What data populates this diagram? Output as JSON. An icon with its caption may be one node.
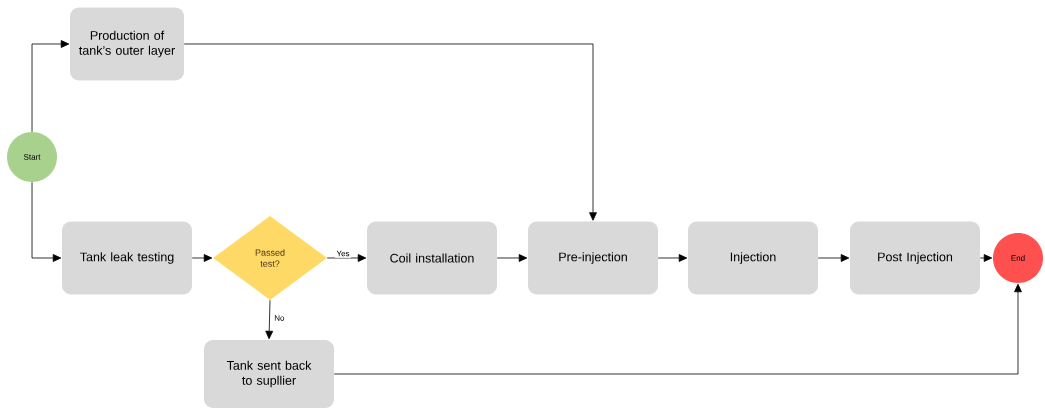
{
  "diagram": {
    "nodes": [
      {
        "text": [
          "Start"
        ]
      },
      {
        "text": [
          "Production of tank’s outer layer"
        ]
      },
      {
        "text": [
          "Tank leak testing"
        ]
      },
      {
        "text": [
          "Passed test?"
        ]
      },
      {
        "text": [
          "Coil installation"
        ]
      },
      {
        "text": [
          "Pre-injection"
        ]
      },
      {
        "text": [
          "Injection"
        ]
      },
      {
        "text": [
          "Post Injection"
        ]
      },
      {
        "text": [
          "End"
        ]
      },
      {
        "text": [
          "Tank sent back to supllier"
        ]
      }
    ],
    "edges": [
      {
        "from": 0,
        "to": 1,
        "arrow": "to"
      },
      {
        "from": 0,
        "to": 2,
        "arrow": "to"
      },
      {
        "from": 1,
        "to": 5,
        "arrow": "to"
      },
      {
        "from": 2,
        "to": 3,
        "arrow": "to"
      },
      {
        "from": 3,
        "to": 4,
        "arrow": "to",
        "label": "Yes"
      },
      {
        "from": 3,
        "to": 9,
        "arrow": "to",
        "label": "No"
      },
      {
        "from": 4,
        "to": 5,
        "arrow": "to"
      },
      {
        "from": 5,
        "to": 6,
        "arrow": "to"
      },
      {
        "from": 6,
        "to": 7,
        "arrow": "to"
      },
      {
        "from": 7,
        "to": 8,
        "arrow": "to"
      },
      {
        "from": 9,
        "to": 8,
        "arrow": "to"
      }
    ]
  }
}
